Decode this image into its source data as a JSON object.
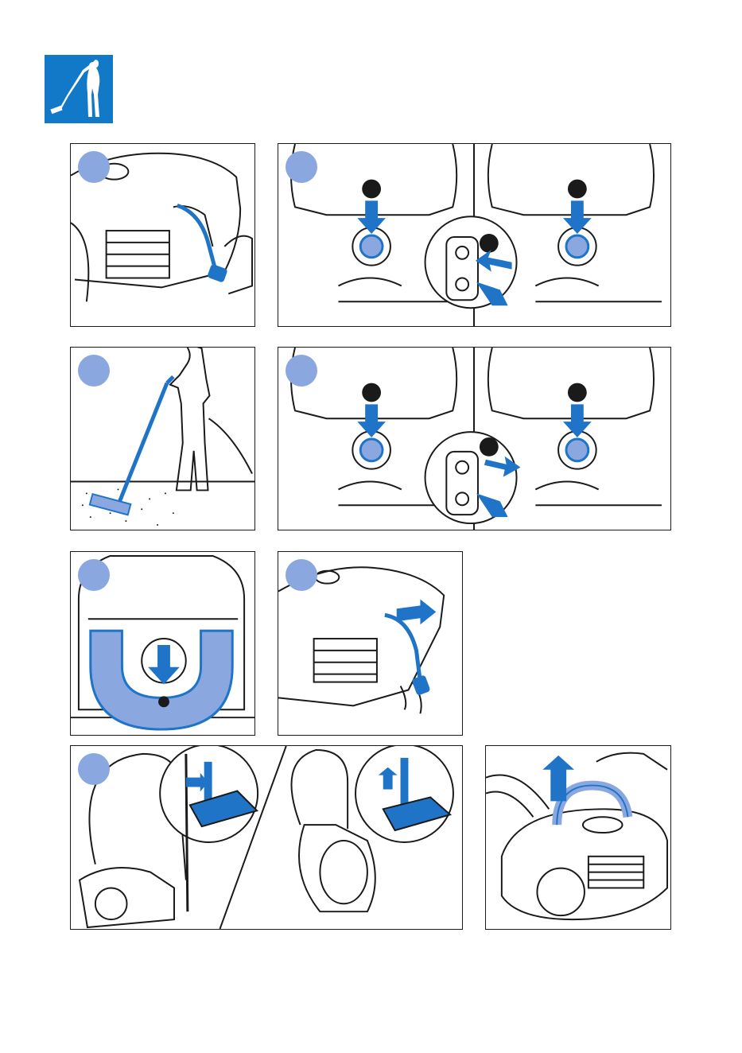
{
  "colors": {
    "brand_blue": "#1279c9",
    "accent_blue": "#1f74c7",
    "light_blue": "#8aa8df",
    "line": "#1a1a1a"
  },
  "header": {
    "icon": "vacuuming-person-icon"
  },
  "panels": [
    {
      "id": "panel-plug-cord",
      "icon": "plug-cord-icon"
    },
    {
      "id": "panel-power-on",
      "icon": "power-on-icon"
    },
    {
      "id": "panel-vacuuming",
      "icon": "vacuuming-icon"
    },
    {
      "id": "panel-power-off",
      "icon": "power-off-icon"
    },
    {
      "id": "panel-cord-rewind-button",
      "icon": "cord-rewind-button-icon"
    },
    {
      "id": "panel-cord-rewind",
      "icon": "cord-rewind-icon"
    },
    {
      "id": "panel-parking-storage",
      "icon": "parking-storage-icon"
    },
    {
      "id": "panel-carry-handle",
      "icon": "carry-handle-icon"
    }
  ]
}
